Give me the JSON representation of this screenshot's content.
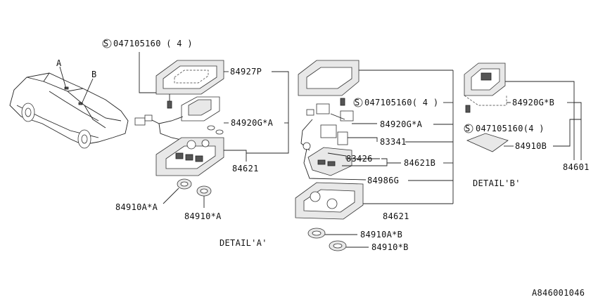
{
  "labels": {
    "screw_top": "S047105160 ( 4 )",
    "p84927P": "84927P",
    "p84920GA": "84920G*A",
    "p84621_left": "84621",
    "p84910AA": "84910A*A",
    "p84910A": "84910*A",
    "detail_a": "DETAIL'A'",
    "screw_mid": "S047105160( 4 )",
    "p84920GA_mid": "84920G*A",
    "p83341": "83341",
    "p83426": "83426",
    "p84621B": "84621B",
    "p84986G": "84986G",
    "p84621_mid": "84621",
    "p84910AB": "84910A*B",
    "p84910B": "84910*B",
    "p84920GB": "84920G*B",
    "screw_right": "S047105160(4 )",
    "p84910B_right": "84910B",
    "p84601": "84601",
    "detail_b": "DETAIL'B'",
    "car_a": "A",
    "car_b": "B",
    "ref_code": "A846001046"
  }
}
